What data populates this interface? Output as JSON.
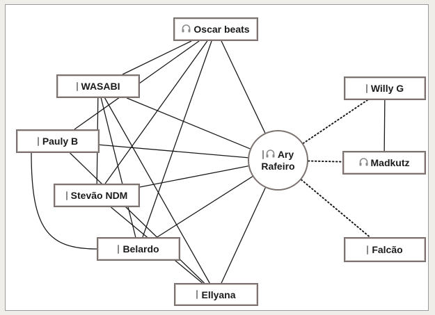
{
  "colors": {
    "background": "#efeee9",
    "panel": "#ffffff",
    "node_border": "#7c7370",
    "edge": "#1a1a1a",
    "icon": "#8a8a8a"
  },
  "nodes": {
    "oscar": {
      "label": "Oscar beats",
      "icon": "headphones-icon"
    },
    "wasabi": {
      "label": "WASABI",
      "icon": "mic-icon"
    },
    "pauly": {
      "label": "Pauly B",
      "icon": "mic-icon"
    },
    "stevao": {
      "label": "Stevão NDM",
      "icon": "mic-icon"
    },
    "belardo": {
      "label": "Belardo",
      "icon": "mic-icon"
    },
    "ellyana": {
      "label": "Ellyana",
      "icon": "mic-icon"
    },
    "ary": {
      "label_line1": "Ary",
      "label_line2": "Rafeiro",
      "icons": [
        "mic-icon",
        "headphones-icon"
      ]
    },
    "willy": {
      "label": "Willy G",
      "icon": "mic-icon"
    },
    "madkutz": {
      "label": "Madkutz",
      "icon": "headphones-icon"
    },
    "falcao": {
      "label": "Falcão",
      "icon": "mic-icon"
    }
  },
  "edges": [
    {
      "from": "oscar",
      "to": "wasabi",
      "style": "solid"
    },
    {
      "from": "oscar",
      "to": "pauly",
      "style": "solid"
    },
    {
      "from": "oscar",
      "to": "stevao",
      "style": "solid"
    },
    {
      "from": "oscar",
      "to": "belardo",
      "style": "solid"
    },
    {
      "from": "oscar",
      "to": "ary",
      "style": "solid"
    },
    {
      "from": "wasabi",
      "to": "ary",
      "style": "solid"
    },
    {
      "from": "wasabi",
      "to": "stevao",
      "style": "solid"
    },
    {
      "from": "wasabi",
      "to": "belardo",
      "style": "solid"
    },
    {
      "from": "wasabi",
      "to": "ellyana",
      "style": "solid"
    },
    {
      "from": "pauly",
      "to": "ary",
      "style": "solid"
    },
    {
      "from": "pauly",
      "to": "belardo",
      "style": "curved"
    },
    {
      "from": "pauly",
      "to": "ellyana",
      "style": "solid"
    },
    {
      "from": "stevao",
      "to": "ary",
      "style": "solid"
    },
    {
      "from": "stevao",
      "to": "ellyana",
      "style": "solid"
    },
    {
      "from": "belardo",
      "to": "ary",
      "style": "solid"
    },
    {
      "from": "ellyana",
      "to": "ary",
      "style": "solid"
    },
    {
      "from": "ary",
      "to": "willy",
      "style": "dotted"
    },
    {
      "from": "ary",
      "to": "madkutz",
      "style": "dotted"
    },
    {
      "from": "ary",
      "to": "falcao",
      "style": "dotted"
    },
    {
      "from": "willy",
      "to": "madkutz",
      "style": "solid"
    }
  ]
}
